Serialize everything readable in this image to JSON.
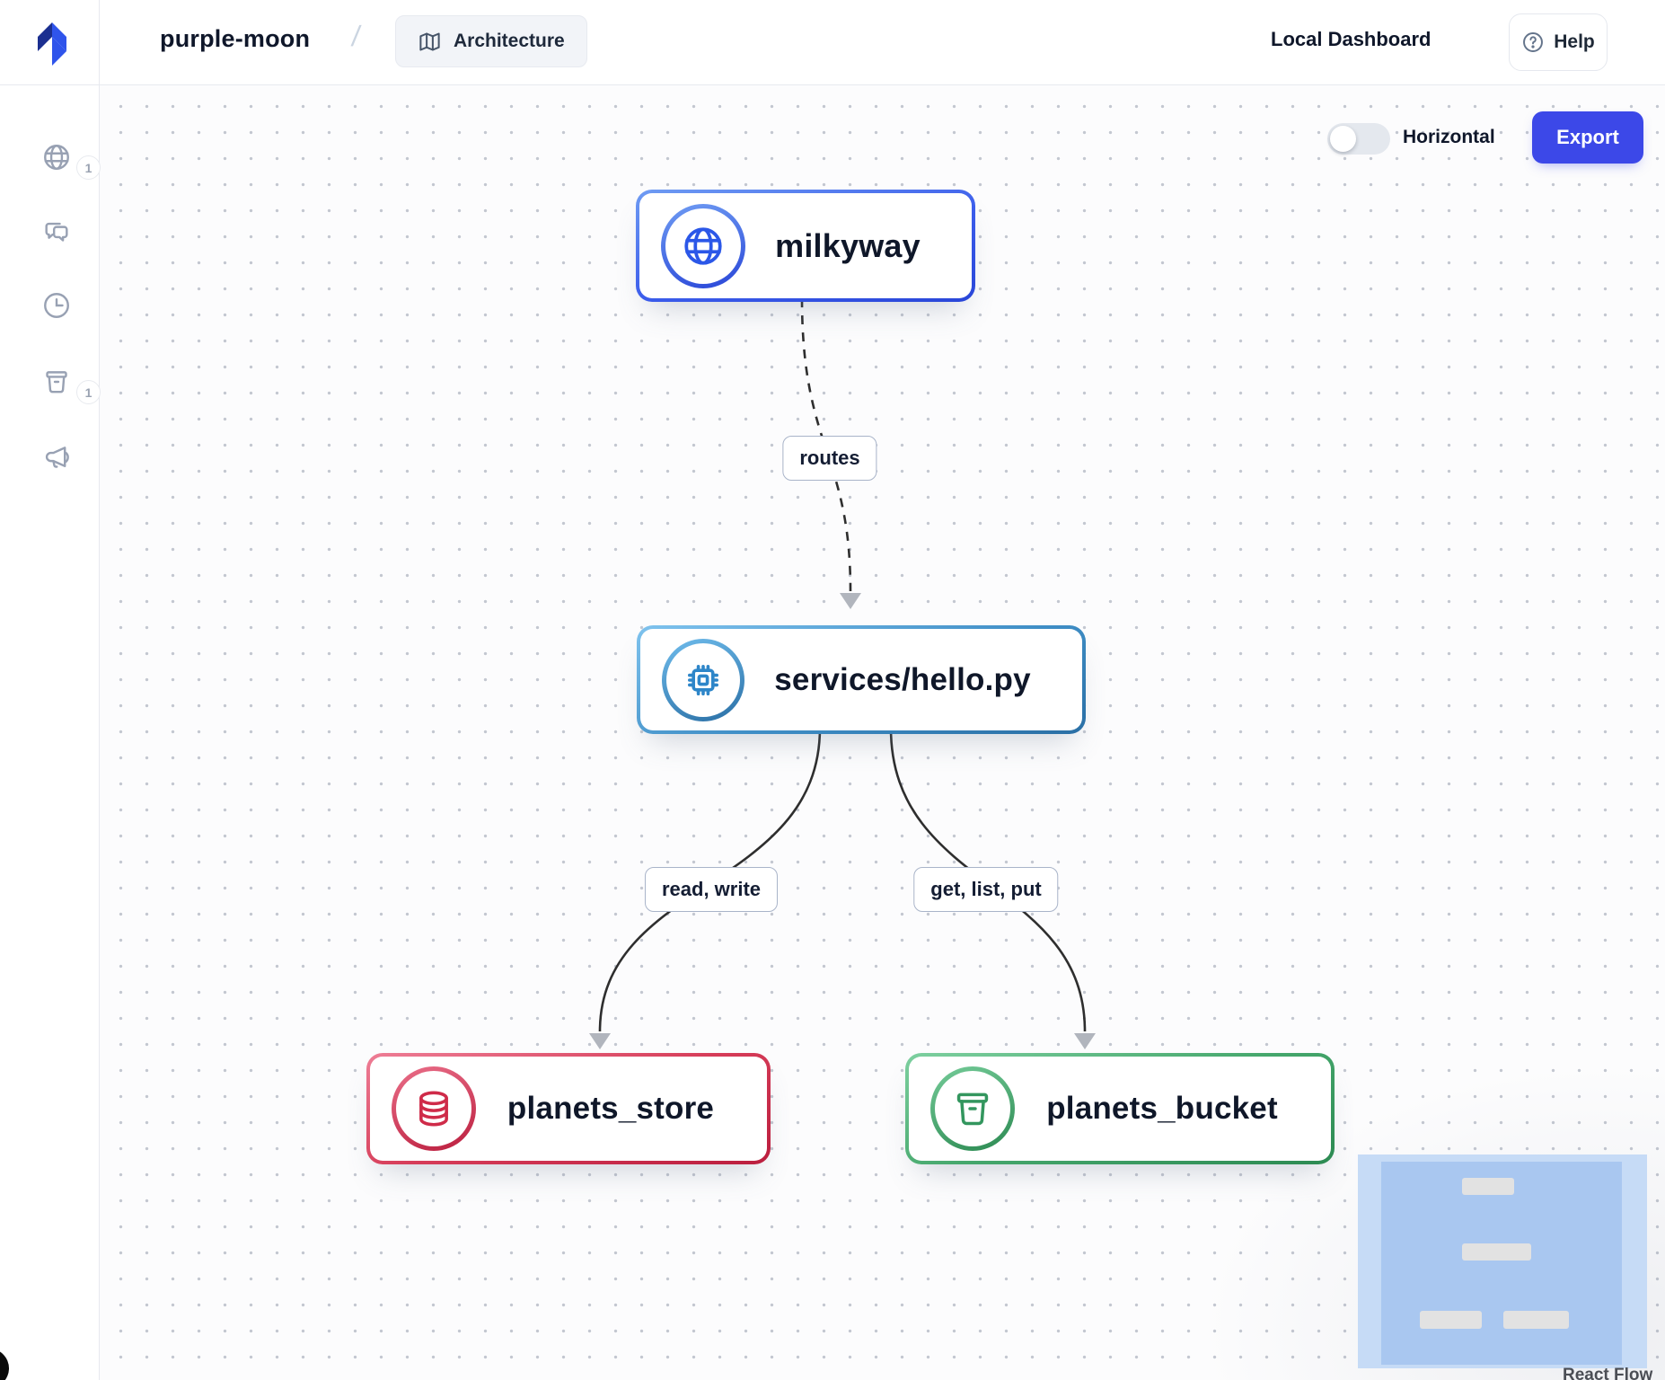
{
  "header": {
    "project_name": "purple-moon",
    "breadcrumb_separator": "/",
    "architecture_tab": "Architecture",
    "dashboard_title": "Local Dashboard",
    "help_label": "Help"
  },
  "sidebar": {
    "items": [
      {
        "icon": "globe-icon",
        "badge": "1"
      },
      {
        "icon": "chat-icon",
        "badge": ""
      },
      {
        "icon": "clock-icon",
        "badge": ""
      },
      {
        "icon": "bucket-icon",
        "badge": "1"
      },
      {
        "icon": "megaphone-icon",
        "badge": ""
      }
    ]
  },
  "canvas": {
    "controls": {
      "orientation_toggle_label": "Horizontal",
      "orientation_toggle_state": "off",
      "export_label": "Export"
    },
    "nodes": [
      {
        "label": "milkyway",
        "icon": "globe-icon",
        "accent": "#2946d8"
      },
      {
        "label": "services/hello.py",
        "icon": "cpu-icon",
        "accent": "#2a6fa5"
      },
      {
        "label": "planets_store",
        "icon": "database-icon",
        "accent": "#bb1e3e"
      },
      {
        "label": "planets_bucket",
        "icon": "bucket-icon",
        "accent": "#2c8a52"
      }
    ],
    "edges": [
      {
        "from": "milkyway",
        "to": "services/hello.py",
        "label": "routes",
        "style": "dashed"
      },
      {
        "from": "services/hello.py",
        "to": "planets_store",
        "label": "read, write",
        "style": "solid"
      },
      {
        "from": "services/hello.py",
        "to": "planets_bucket",
        "label": "get, list, put",
        "style": "solid"
      }
    ],
    "attribution": "React Flow"
  },
  "colors": {
    "accent_button": "#3c48e8",
    "node_api_blue": "#2946d8",
    "node_service_blue": "#2a6fa5",
    "node_store_red": "#bb1e3e",
    "node_bucket_green": "#2c8a52",
    "minimap_blue": "#a9c7f0",
    "sidebar_icon_gray": "#98a1b3"
  }
}
